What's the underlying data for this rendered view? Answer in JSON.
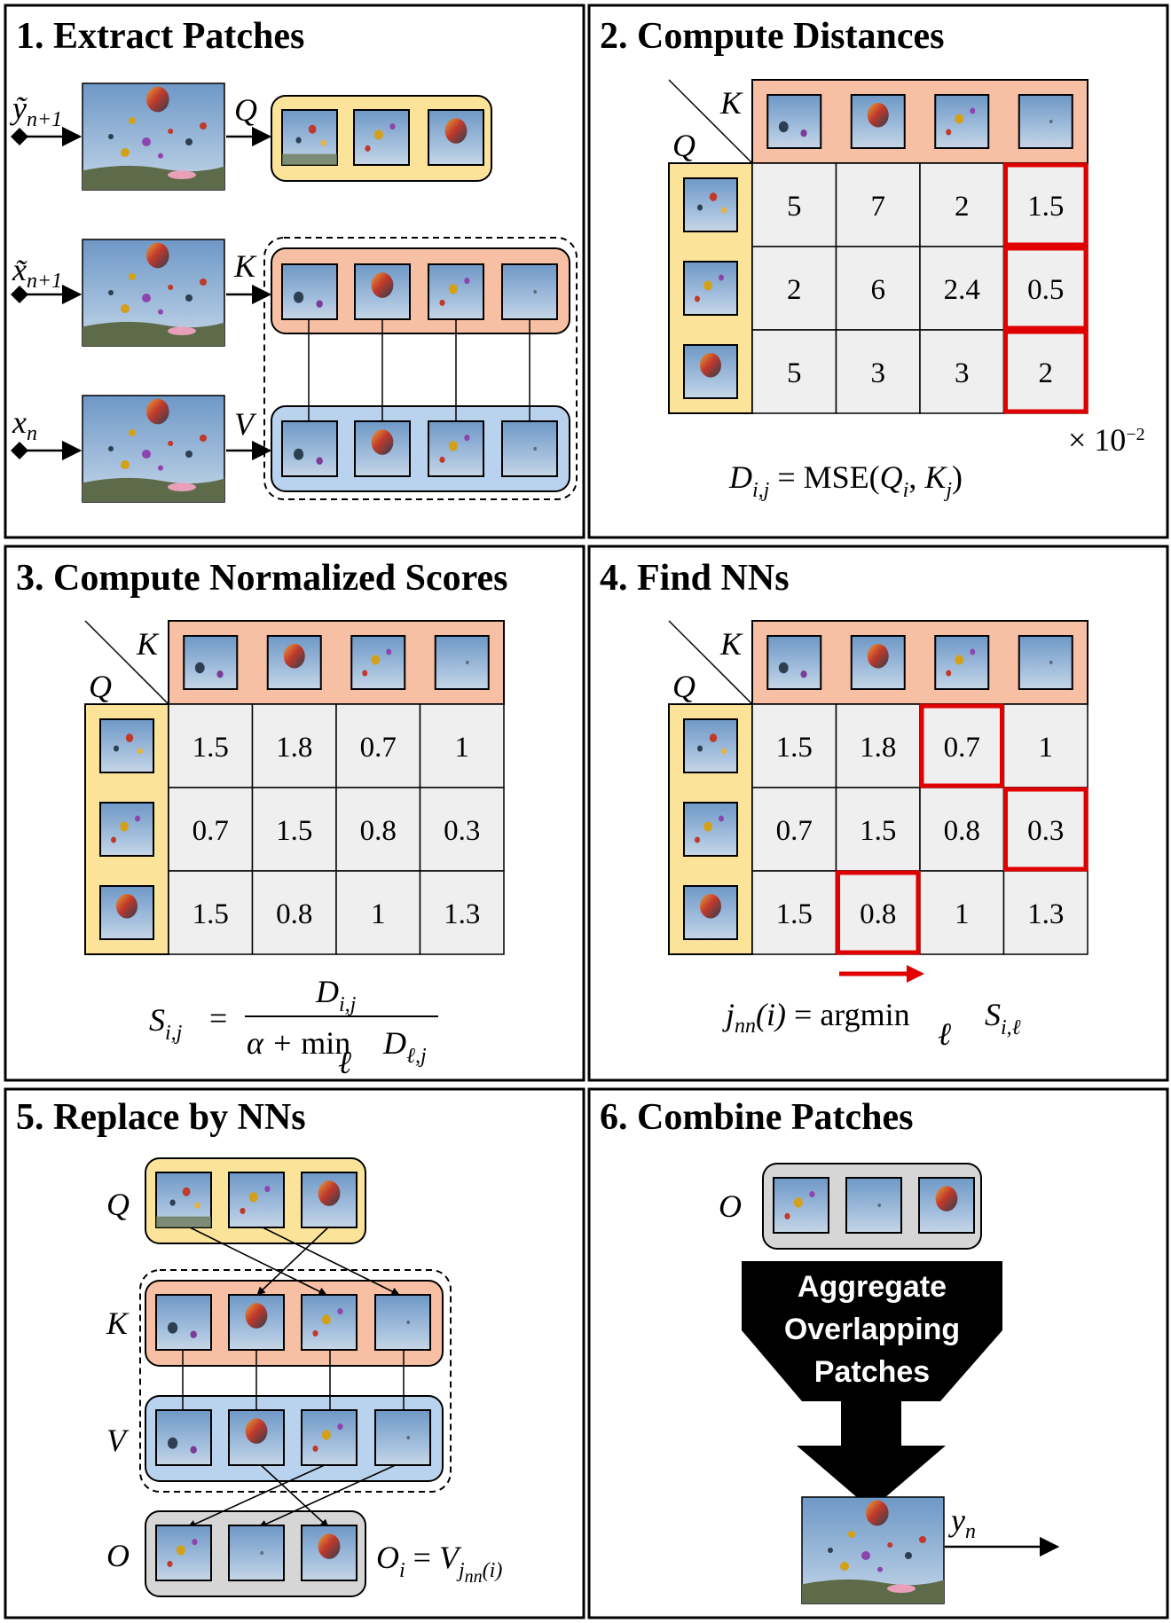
{
  "colors": {
    "query_strip": "#FCE39A",
    "key_strip": "#F7BFA3",
    "value_strip": "#B9D2EE",
    "output_strip": "#D6D6D6",
    "cell_bg": "#EFEFEF",
    "highlight": "#E00000",
    "sky": "#7FA5CC"
  },
  "panels": [
    {
      "number": "1.",
      "title": "Extract Patches"
    },
    {
      "number": "2.",
      "title": "Compute Distances"
    },
    {
      "number": "3.",
      "title": "Compute Normalized Scores"
    },
    {
      "number": "4.",
      "title": "Find NNs"
    },
    {
      "number": "5.",
      "title": "Replace by NNs"
    },
    {
      "number": "6.",
      "title": "Combine Patches"
    }
  ],
  "extract": {
    "inputs": [
      {
        "base": "ỹ",
        "sub": "n+1",
        "label": "Q"
      },
      {
        "base": "x̃",
        "sub": "n+1",
        "label": "K"
      },
      {
        "base": "x",
        "sub": "n",
        "label": "V"
      }
    ]
  },
  "matrix_labels": {
    "row": "Q",
    "col": "K"
  },
  "distances": {
    "values": [
      [
        5,
        7,
        2,
        1.5
      ],
      [
        2,
        6,
        2.4,
        0.5
      ],
      [
        5,
        3,
        3,
        2
      ]
    ],
    "scale": "× 10",
    "scale_exp": "−2",
    "formula": {
      "lhs": "D",
      "lhs_sub": "i,j",
      "eq": " = MSE(",
      "q": "Q",
      "q_sub": "i",
      "sep": ", ",
      "k": "K",
      "k_sub": "j",
      "close": ")"
    }
  },
  "scores": {
    "values": [
      [
        1.5,
        1.8,
        0.7,
        1
      ],
      [
        0.7,
        1.5,
        0.8,
        0.3
      ],
      [
        1.5,
        0.8,
        1,
        1.3
      ]
    ],
    "formula": {
      "lhs": "S",
      "lhs_sub": "i,j",
      "eq": "=",
      "num": "D",
      "num_sub": "i,j",
      "den_alpha": "α + ",
      "den_min": "min",
      "den_min_sub": "ℓ",
      "den_d": "D",
      "den_d_sub": "ℓ,j"
    }
  },
  "nns": {
    "values": [
      [
        1.5,
        1.8,
        0.7,
        1
      ],
      [
        0.7,
        1.5,
        0.8,
        0.3
      ],
      [
        1.5,
        0.8,
        1,
        1.3
      ]
    ],
    "formula": {
      "lhs": "j",
      "lhs_sub": "nn",
      "arg": "(i)",
      "eq": " = ",
      "op": "argmin",
      "op_sub": "ℓ",
      "s": "S",
      "s_sub": "i,ℓ"
    }
  },
  "replace": {
    "labels": {
      "q": "Q",
      "k": "K",
      "v": "V",
      "o": "O"
    },
    "formula": {
      "lhs": "O",
      "lhs_sub": "i",
      "eq": " = ",
      "rhs": "V",
      "rhs_sub": "j",
      "rhs_subsub": "nn",
      "rhs_arg": "(i)"
    }
  },
  "combine": {
    "o_label": "O",
    "funnel_lines": [
      "Aggregate",
      "Overlapping",
      "Patches"
    ],
    "output": {
      "base": "y",
      "sub": "n"
    }
  }
}
